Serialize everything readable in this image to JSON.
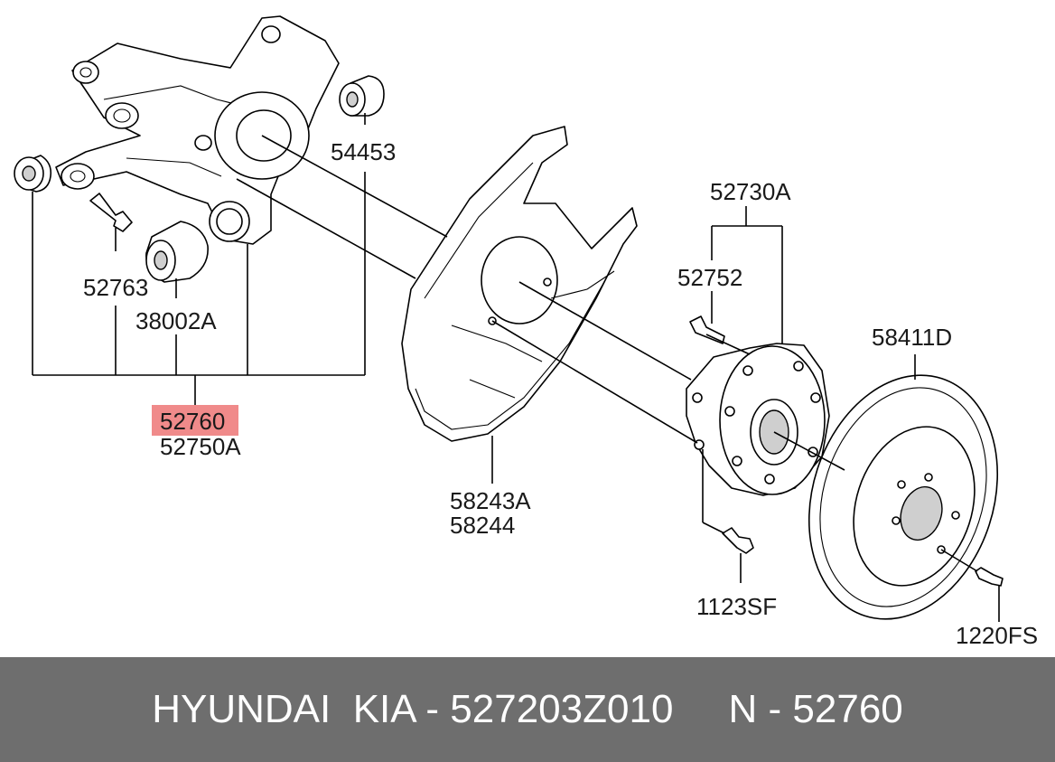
{
  "labels": {
    "p54453": "54453",
    "p52763": "52763",
    "p38002A": "38002A",
    "p52760": "52760",
    "p52750A": "52750A",
    "p52730A": "52730A",
    "p52752": "52752",
    "p58411D": "58411D",
    "p58243A": "58243A",
    "p58244": "58244",
    "p1123SF": "1123SF",
    "p1220FS": "1220FS"
  },
  "highlight_color": "#f08a8a",
  "footer": {
    "text": "HYUNDAI  KIA - 527203Z010     N - 52760"
  }
}
